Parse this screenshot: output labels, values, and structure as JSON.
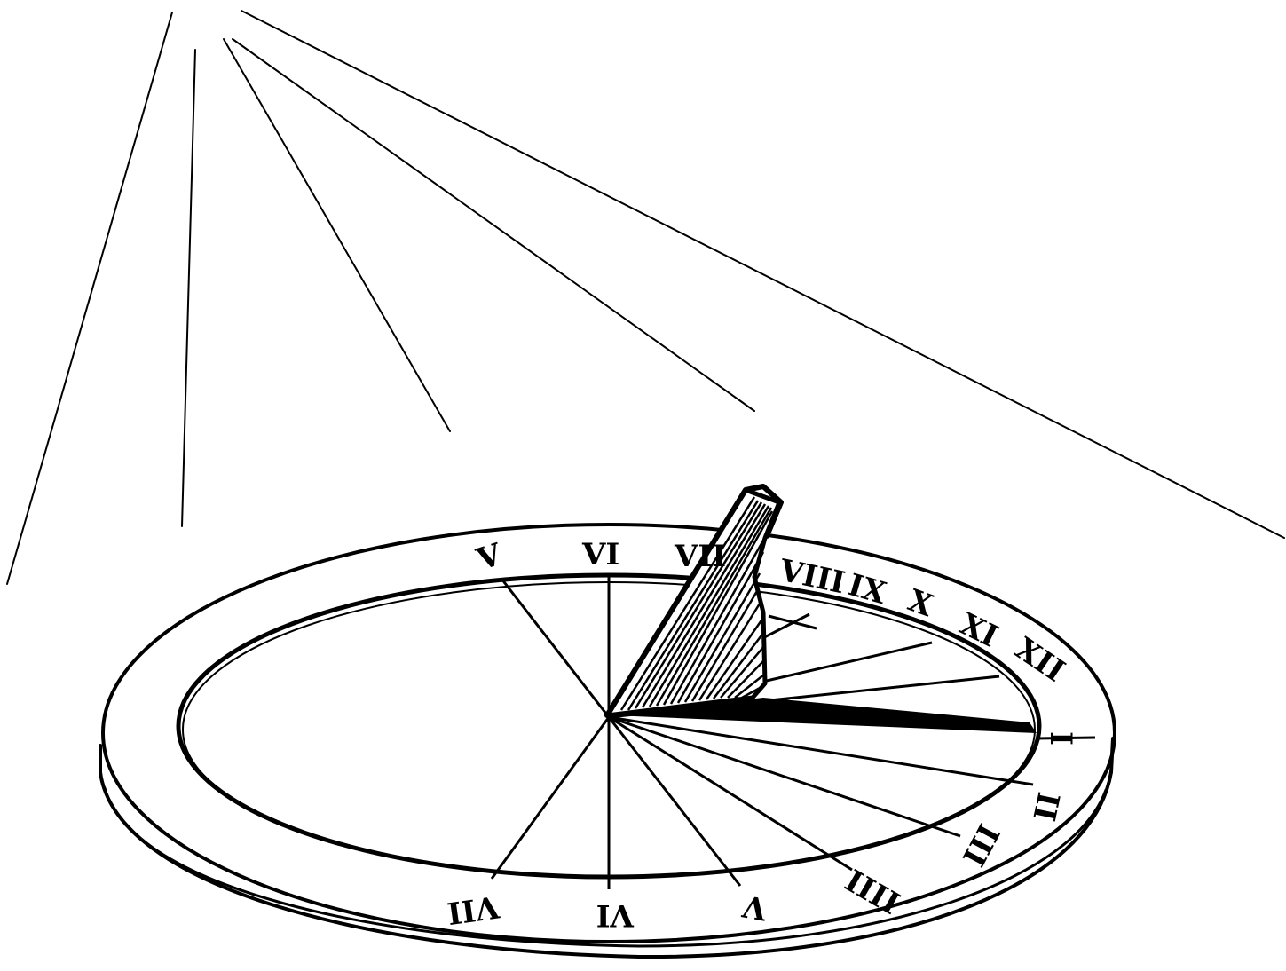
{
  "colors": {
    "ink": "#000000",
    "background": "#ffffff"
  },
  "hour_numerals": {
    "v_top": "V",
    "vi_top": "VI",
    "vii_top": "VII",
    "viii": "VIII",
    "ix": "IX",
    "x": "X",
    "xi": "XI",
    "xii": "XII",
    "i": "I",
    "ii": "II",
    "iii": "III",
    "iiii": "IIII",
    "v_bottom": "V",
    "vi_bottom": "VI",
    "vii_bottom": "VII"
  }
}
